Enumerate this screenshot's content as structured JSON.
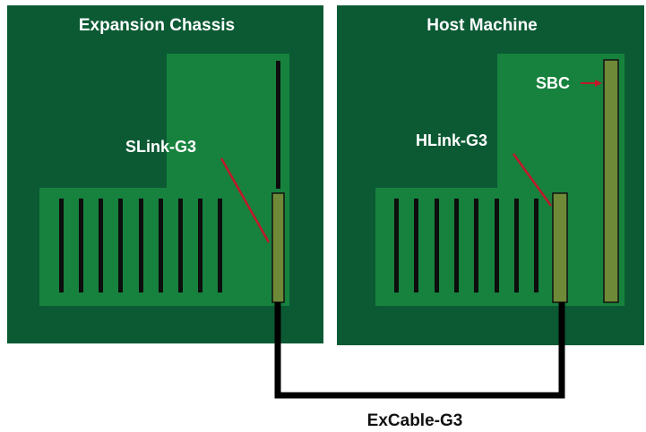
{
  "chassis": {
    "title": "Expansion Chassis",
    "card_label": "SLink-G3"
  },
  "host": {
    "title": "Host Machine",
    "card_label": "HLink-G3",
    "sbc_label": "SBC"
  },
  "cable": {
    "label": "ExCable-G3"
  },
  "colors": {
    "panel_dark": "#0b5a34",
    "board_green": "#17823e",
    "slot_black": "#0d0d0d",
    "card_olive": "#6e8a38",
    "leader_red": "#c0182a",
    "cable_black": "#000000",
    "text_white": "#ffffff",
    "text_dark": "#111111"
  }
}
